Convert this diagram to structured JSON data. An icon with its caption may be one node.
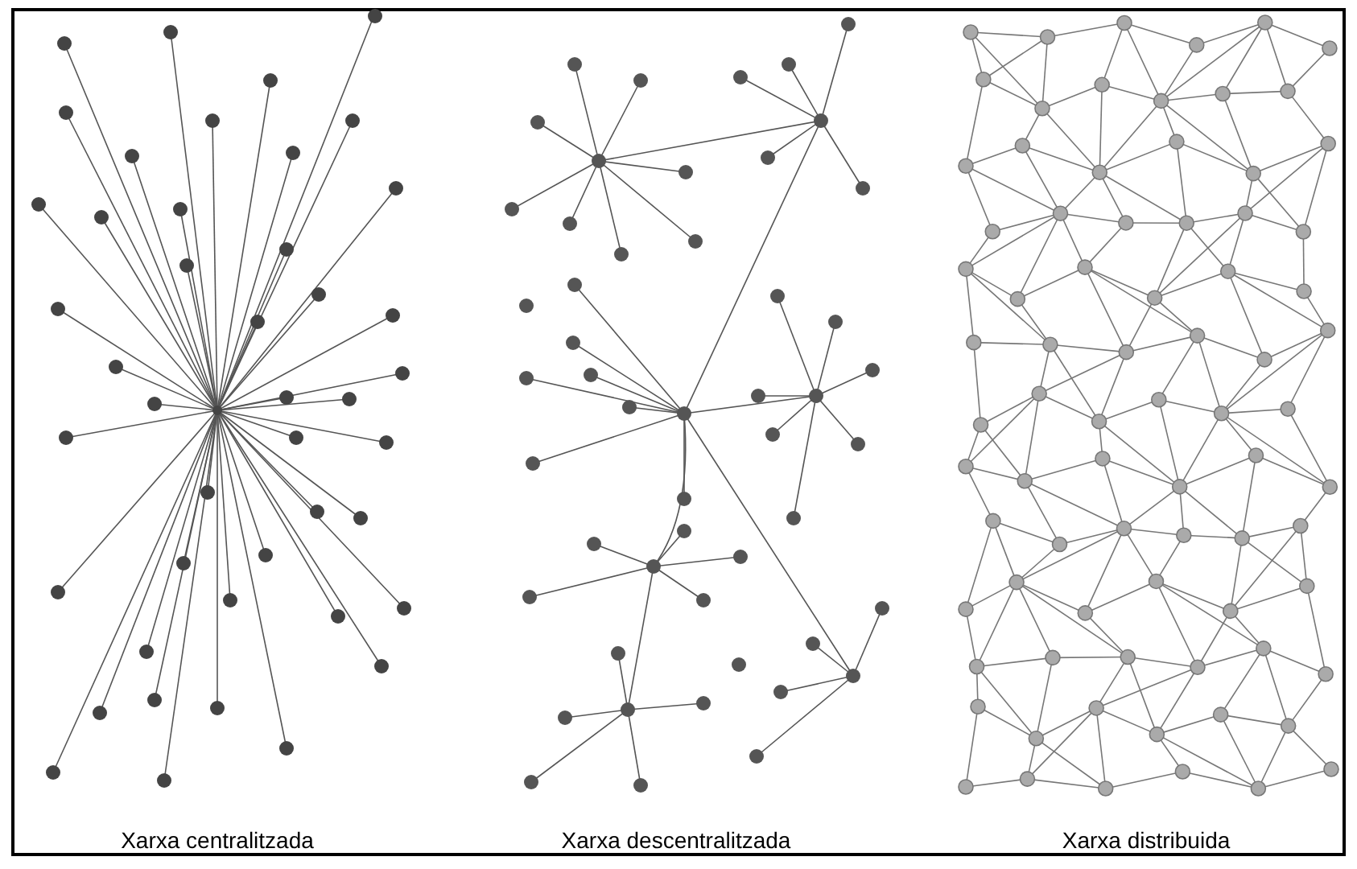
{
  "diagram": {
    "labels": [
      "Xarxa centralitzada",
      "Xarxa descentralitzada",
      "Xarxa distribuida"
    ]
  }
}
